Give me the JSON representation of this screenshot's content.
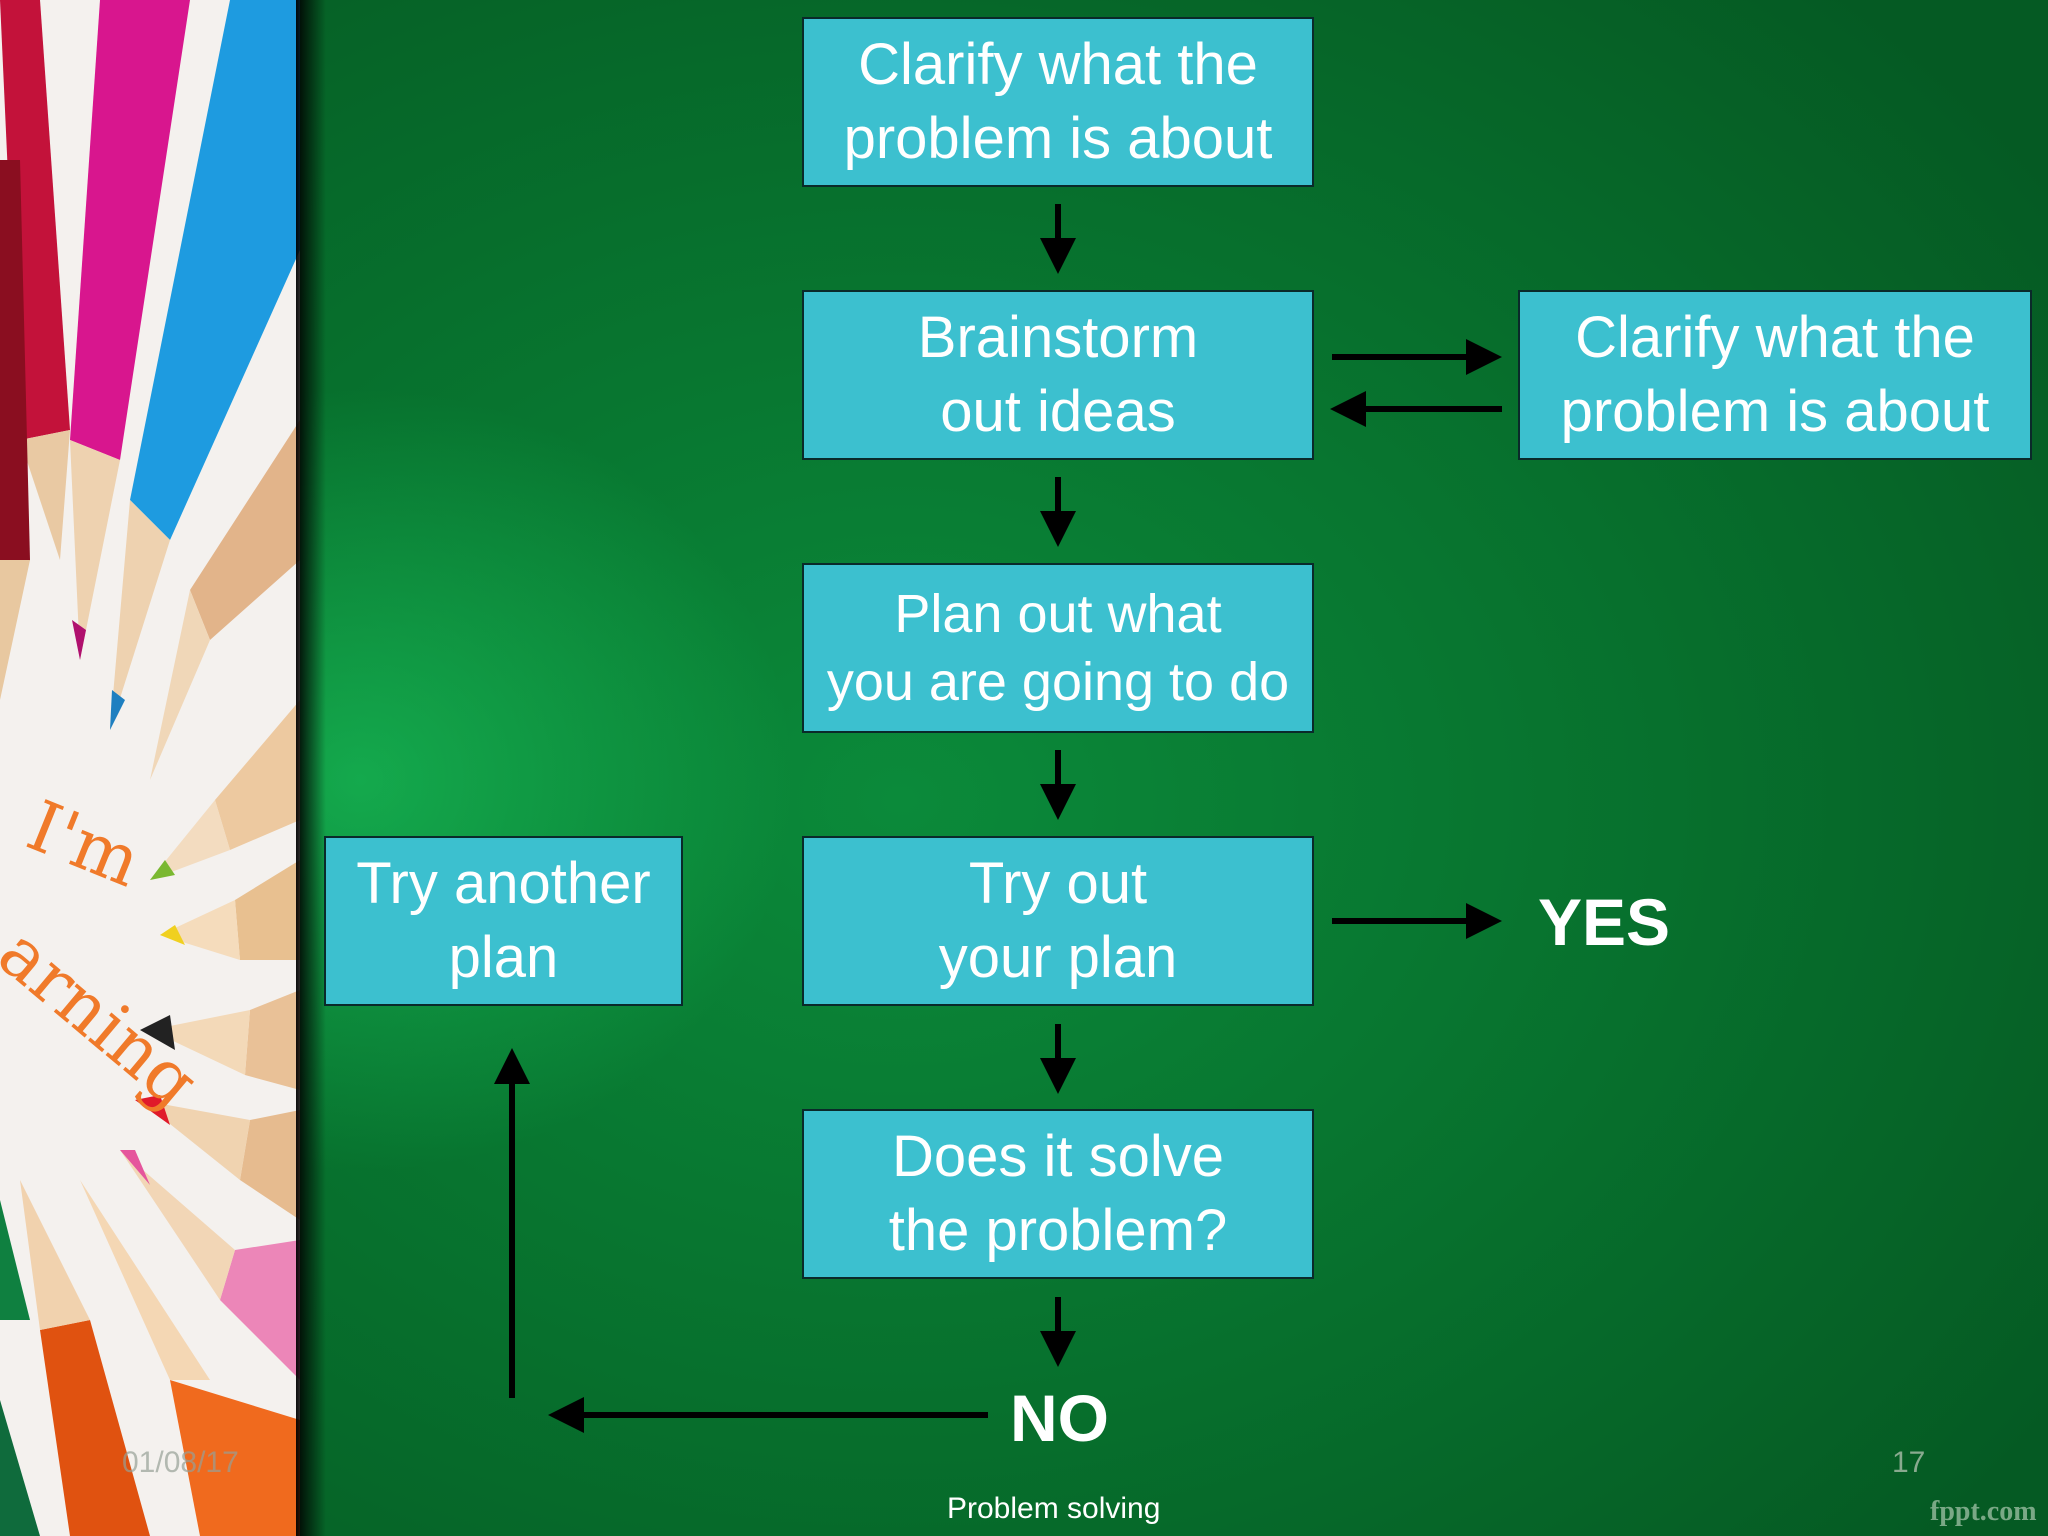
{
  "slide": {
    "boxes": {
      "clarify_top": "Clarify what the\nproblem is about",
      "brainstorm": "Brainstorm\nout ideas",
      "clarify_right": "Clarify what the\nproblem is about",
      "plan": "Plan out what\nyou are going to do",
      "try_plan": "Try out\nyour plan",
      "try_another": "Try another\nplan",
      "solve": "Does it solve\nthe problem?"
    },
    "yes_label": "YES",
    "no_label": "NO",
    "footer": {
      "date": "01/08/17",
      "page_number": "17",
      "title": "Problem solving",
      "watermark": "fppt.com"
    },
    "side_image_text": "I'm learning"
  },
  "colors": {
    "box_fill": "#3cc0cf",
    "background": "#07702d",
    "arrow": "#000000"
  }
}
